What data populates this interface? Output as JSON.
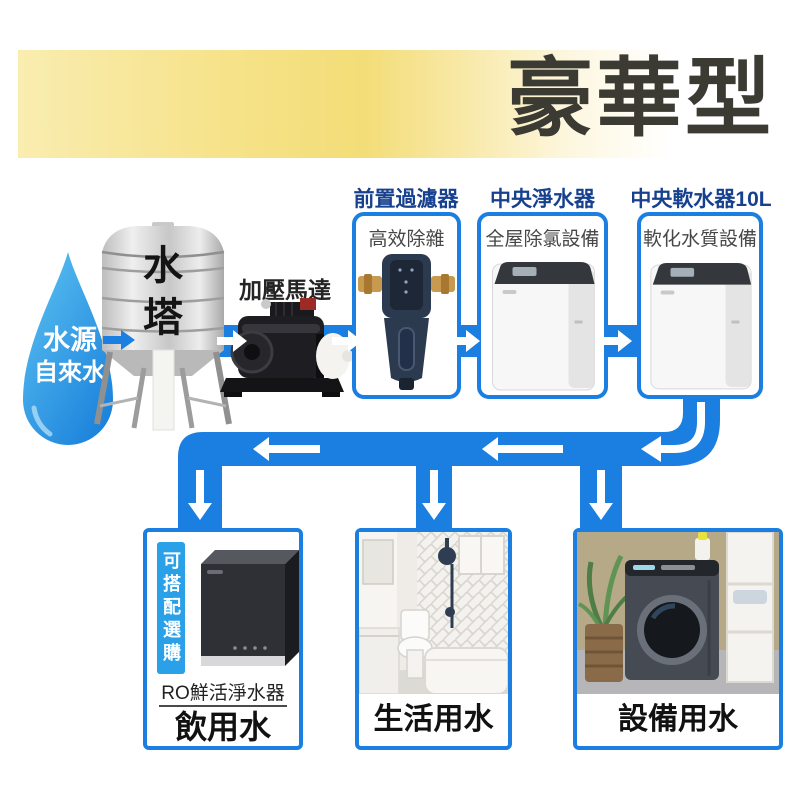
{
  "header": {
    "title": "豪華型"
  },
  "flow": {
    "source_line1": "水源",
    "source_line2": "自來水",
    "tower": "水塔",
    "pump": "加壓馬達",
    "stages": [
      {
        "label": "前置過濾器",
        "sublabel": "高效除雜"
      },
      {
        "label": "中央淨水器",
        "sublabel": "全屋除氯設備"
      },
      {
        "label": "中央軟水器10L",
        "sublabel": "軟化水質設備"
      }
    ]
  },
  "outputs": {
    "drinking": {
      "tag": "可搭配選購",
      "product": "RO鮮活淨水器",
      "label": "飲用水"
    },
    "living": {
      "label": "生活用水"
    },
    "equipment": {
      "label": "設備用水"
    }
  },
  "colors": {
    "pipe_blue": "#1a7fe0",
    "tag_blue": "#2aa0e8",
    "banner_yellow": "#f3dd78",
    "label_navy": "#17418f",
    "title_dark": "#3b3a33"
  }
}
